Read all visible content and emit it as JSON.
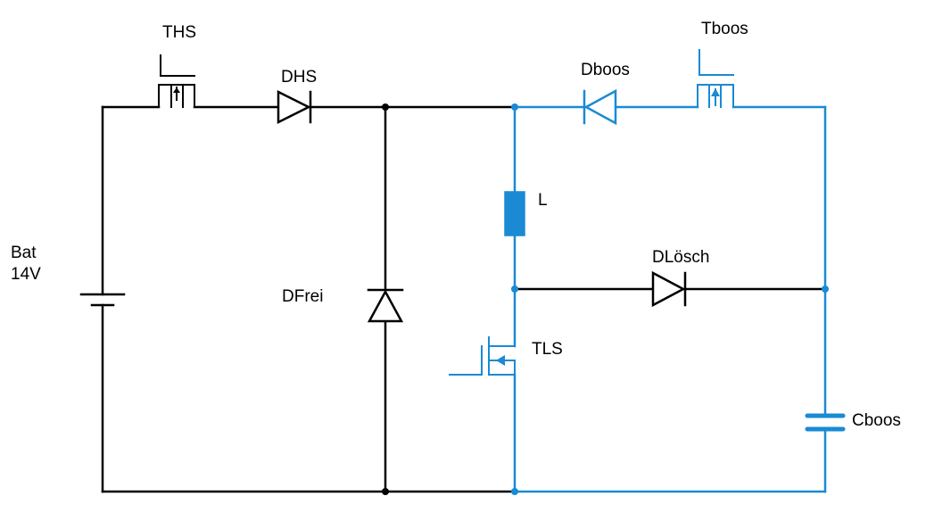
{
  "colors": {
    "black_net": "#000000",
    "blue_net": "#1a8ad4",
    "background": "#ffffff"
  },
  "labels": {
    "battery_name": "Bat",
    "battery_voltage": "14V",
    "ths": "THS",
    "dhs": "DHS",
    "dfrei": "DFrei",
    "dboos": "Dboos",
    "tboos": "Tboos",
    "inductor": "L",
    "dloesch": "DLösch",
    "tls": "TLS",
    "cboos": "Cboos"
  }
}
